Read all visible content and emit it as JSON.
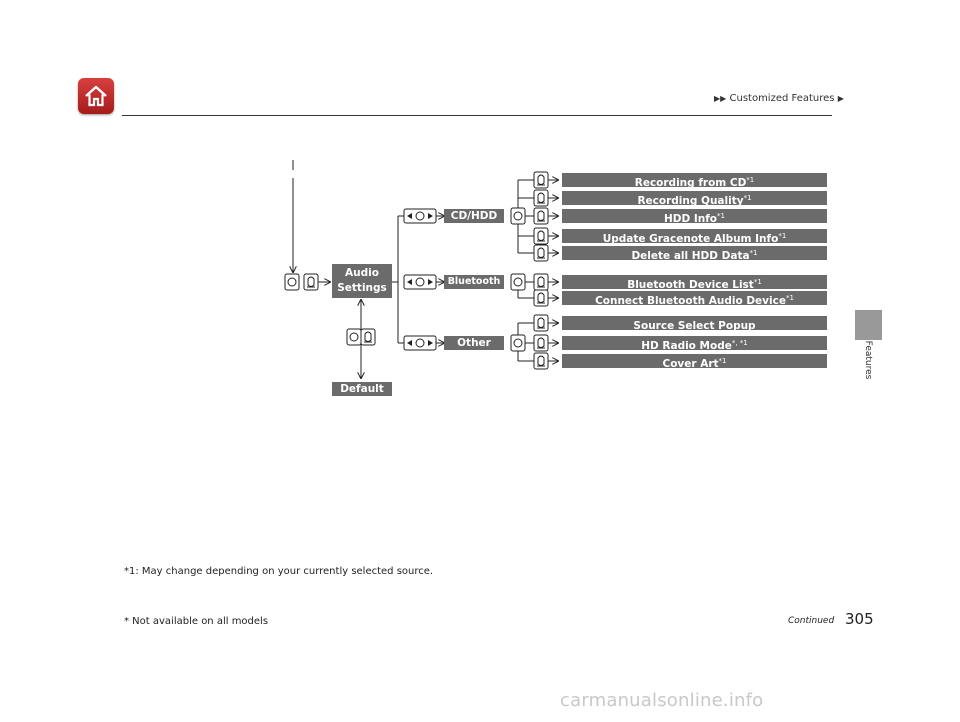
{
  "header": {
    "breadcrumb_prefix": "▶▶",
    "breadcrumb_label": "Customized Features",
    "breadcrumb_suffix": "▶"
  },
  "side_tab": {
    "label": "Features"
  },
  "diagram": {
    "root": {
      "line1": "Audio",
      "line2": "Settings"
    },
    "default_label": "Default",
    "groups": {
      "cd_hdd": "CD/HDD",
      "bluetooth": "Bluetooth",
      "other": "Other"
    },
    "items": {
      "recording_from_cd": {
        "label": "Recording from CD",
        "mark": "*1"
      },
      "recording_quality": {
        "label": "Recording Quality",
        "mark": "*1"
      },
      "hdd_info": {
        "label": "HDD Info",
        "mark": "*1"
      },
      "update_gracenote": {
        "label": "Update Gracenote Album Info",
        "mark": "*1"
      },
      "delete_hdd_data": {
        "label": "Delete all HDD Data",
        "mark": "*1"
      },
      "bt_device_list": {
        "label": "Bluetooth Device List",
        "mark": "*1"
      },
      "connect_bt_audio": {
        "label": "Connect Bluetooth Audio Device",
        "mark": "*1"
      },
      "source_select_popup": {
        "label": "Source Select Popup",
        "mark": ""
      },
      "hd_radio_mode": {
        "label": "HD Radio Mode",
        "mark": "*, *1"
      },
      "cover_art": {
        "label": "Cover Art",
        "mark": "*1"
      }
    }
  },
  "footer": {
    "footnote": "*1: May change depending on your currently selected source.",
    "not_available": "* Not available on all models",
    "continued": "Continued",
    "page_number": "305"
  },
  "watermark": "carmanualsonline.info"
}
